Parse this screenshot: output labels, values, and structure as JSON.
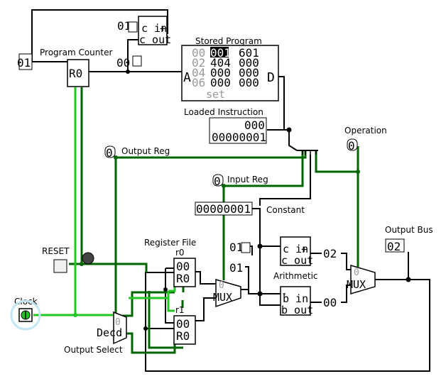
{
  "labels": {
    "program_counter": "Program Counter",
    "stored_program": "Stored Program",
    "loaded_instruction": "Loaded Instruction",
    "operation": "Operation",
    "output_reg": "Output Reg",
    "input_reg": "Input Reg",
    "constant": "Constant",
    "output_bus": "Output Bus",
    "reset": "RESET",
    "register_file": "Register File",
    "r0": "r0",
    "r1": "r1",
    "arithmetic": "Arithmetic",
    "clock": "Clock",
    "output_select": "Output Select"
  },
  "values": {
    "pc_pin": "01",
    "adder_const": "01",
    "pc_out": "00",
    "loaded_instr_top": "000",
    "loaded_instr_bottom": "00000001",
    "operation_val": "0",
    "output_reg_val": "0",
    "input_reg_val": "0",
    "constant_val": "00000001",
    "output_bus_val": "02",
    "r0_val": "00",
    "r1_val": "00",
    "arith_in_a": "01",
    "arith_in_b": "01",
    "adder_out": "02",
    "sub_out": "00"
  },
  "memory": {
    "rows": [
      {
        "addr": "00",
        "cells": [
          "001",
          "601"
        ]
      },
      {
        "addr": "02",
        "cells": [
          "404",
          "000"
        ]
      },
      {
        "addr": "04",
        "cells": [
          "000",
          "000"
        ]
      },
      {
        "addr": "06",
        "cells": [
          "000",
          "000"
        ]
      }
    ],
    "set_label": "set",
    "pin_a": "A",
    "pin_d": "D"
  },
  "components": {
    "reg_label": "R0",
    "adder_cin": "c in",
    "adder_cout": "c out",
    "adder_sym": "+",
    "sub_bin": "b in",
    "sub_bout": "b out",
    "sub_sym": "-",
    "mux_label": "MUX",
    "decoder_label": "Decd",
    "zero": "0"
  }
}
